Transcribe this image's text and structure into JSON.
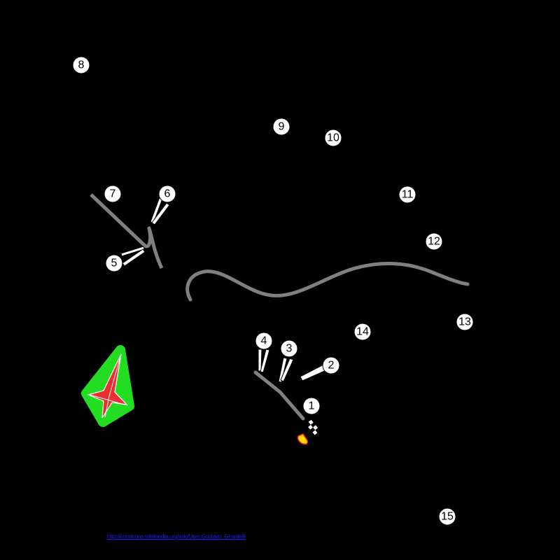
{
  "corners": [
    {
      "number": "1"
    },
    {
      "number": "2"
    },
    {
      "number": "3"
    },
    {
      "number": "4"
    },
    {
      "number": "5"
    },
    {
      "number": "6"
    },
    {
      "number": "7"
    },
    {
      "number": "8"
    },
    {
      "number": "9"
    },
    {
      "number": "10"
    },
    {
      "number": "11"
    },
    {
      "number": "12"
    },
    {
      "number": "13"
    },
    {
      "number": "14"
    },
    {
      "number": "15"
    }
  ],
  "credit": {
    "text": "http://commons.wikimedia.org/wiki/User:Gustavo_Girardelli"
  },
  "colors": {
    "background": "#000000",
    "track_segment": "#808080",
    "corner_marker": "#ffffff",
    "compass_glow": "#22dd22",
    "compass_star": "#e83030",
    "start_marker": "#ffdd00",
    "credit_link": "#1a1aff"
  },
  "icons": [
    "compass-rose-icon",
    "start-finish-flag-icon"
  ]
}
